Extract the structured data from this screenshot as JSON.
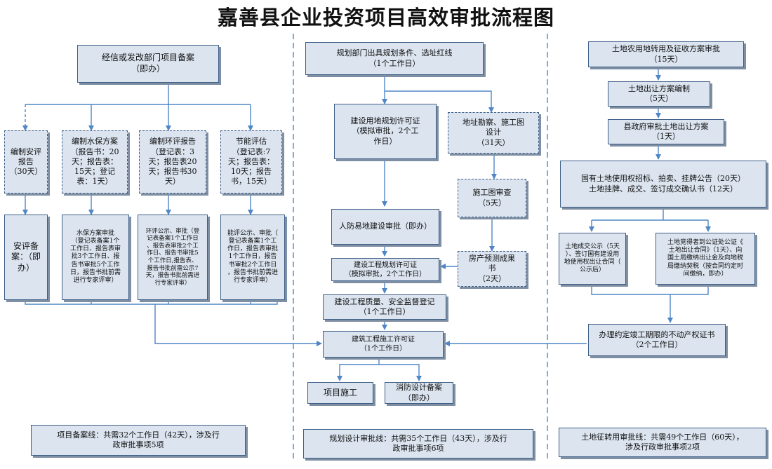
{
  "title": "嘉善县企业投资项目高效审批流程图",
  "col1": {
    "top": "经信或发改部门项目备案\n（即办）",
    "safety_eval": "编制安评\n报告\n（30天）",
    "water_plan": "编制水保方案\n（报告书：20\n天；报告表：\n15天；登记\n表：1天）",
    "env_report": "编制环评报告\n（登记表：3\n天；报告表20\n天；报告书30\n天）",
    "energy_eval": "节能评估\n（登记表:7\n天；报告表：\n10天；报告\n书，15天）",
    "safety_filing": "安评备\n案：（即\n办）",
    "water_approval": "水保方案审批\n（登记表备案1个\n工作日、报告表审\n批3个工作日、报\n告书审批5个工作\n日，报告书批前需\n进行专家评审）",
    "env_approval": "环评公示、审批（登\n记表备案1个工作日\n、报告表审批2个工\n作日、报告书审批5\n个工作日,报告表、\n报告书批前需公示7\n天，报告书批前需进\n行专家评审）",
    "energy_approval": "能评公示、审批（\n登记表备案1个工\n作日，报告表审批\n1个工作日，报告\n书审批2个工作日\n，报告书批前需进\n行专家评审）",
    "summary": "项目备案线：共需32个工作日（42天），涉及行\n政审批事项5项"
  },
  "col2": {
    "top": "规划部门出具规划条件、选址红线\n（1个工作日）",
    "land_permit": "建设用地规划许可证\n（模拟审批，2个工\n作日）",
    "survey_design": "地址勘察、施工图\n设计\n（31天）",
    "civil_defense": "人防易地建设审批（即办）",
    "drawing_review": "施工图审查\n（5天）",
    "housing_forecast": "房产预测成果\n书\n（2天）",
    "eng_permit": "建设工程规划许可证\n（模拟审批，2个工作日）",
    "quality_register": "建设工程质量、安全监督登记\n（1个工作日）",
    "construction_permit": "建筑工程施工许可证\n（1个工作日）",
    "construction": "项目施工",
    "fire_filing": "消防设计备案\n（即办）",
    "summary": "规划设计审批线：共需35个工作日（43天），涉及行\n政审批事项6项"
  },
  "col3": {
    "top": "土地农用地转用及征收方案审批\n（15天）",
    "transfer_plan": "土地出让方案编制\n（5天）",
    "gov_approval": "县政府审批土地出让方案\n（1天）",
    "bidding": "国有土地使用权招标、拍卖、挂牌公告（20天）\n土地挂牌、成交、签订成交确认书（12天）",
    "deal_notice": "土地成交公示（5天\n）、签订国有建设用\n地使用权出让合同（\n公示后）",
    "notarize": "土地竞得者到公证处公证《\n土地出让合同》（1天）、向\n国土局缴纳出让金及向地税\n局缴纳契税（按合同约定时\n间缴纳，即办）",
    "property_cert": "办理约定竣工期限的不动产权证书\n（2个工作日）",
    "summary": "土地征转用审批线：共需49个工作日（60天），\n涉及行政审批事项2项"
  },
  "colors": {
    "box_fill": "#dbe4ef",
    "border": "#3e5f87",
    "arrow": "#4f86c6",
    "shadow": "#7f8fa3"
  }
}
